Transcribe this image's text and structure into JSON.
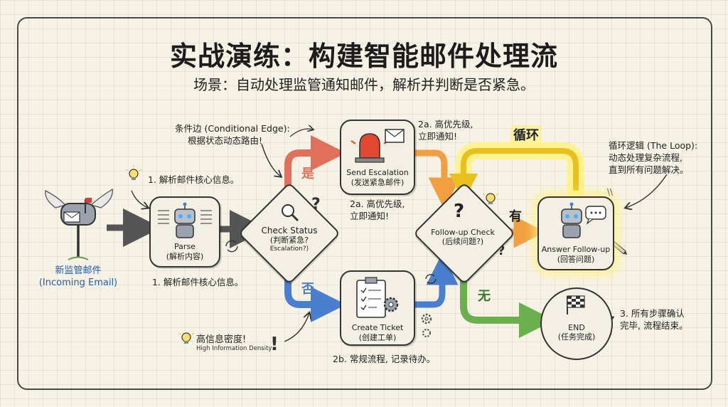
{
  "title": "实战演练：构建智能邮件处理流",
  "subtitle": "场景：自动处理监管通知邮件，解析并判断是否紧急。",
  "nodes": {
    "incoming": {
      "name": "新监管邮件",
      "name_en": "(Incoming Email)"
    },
    "parse": {
      "name": "Parse",
      "name_cn": "(解析内容)"
    },
    "check": {
      "name": "Check Status",
      "name_cn": "(判断紧急?",
      "name_sub": "Escalation?)"
    },
    "escalation": {
      "name": "Send Escalation",
      "name_cn": "(发送紧急邮件)"
    },
    "ticket": {
      "name": "Create Ticket",
      "name_cn": "(创建工单)"
    },
    "followup": {
      "name": "Follow-up Check",
      "name_cn": "(后续问题?)"
    },
    "answer": {
      "name": "Answer Follow-up",
      "name_cn": "(回答问题)"
    },
    "end": {
      "name": "END",
      "name_cn": "(任务完成)"
    }
  },
  "edges": {
    "yes": "是",
    "no": "否",
    "has": "有",
    "none": "无",
    "loop": "循环"
  },
  "notes": {
    "conditional_l1": "条件边 (Conditional Edge):",
    "conditional_l2": "根据状态动态路由!",
    "parse_top": "1. 解析邮件核心信息。",
    "parse_bottom": "1. 解析邮件核心信息。",
    "esc_top_l1": "2a. 高优先级,",
    "esc_top_l2": "立即通知!",
    "esc_bottom_l1": "2a. 高优先级,",
    "esc_bottom_l2": "立即通知!",
    "density": "高信息密度!",
    "density_en": "High Information Density",
    "ticket_note": "2b. 常规流程, 记录待办。",
    "loop_l1": "循环逻辑 (The Loop):",
    "loop_l2": "动态处理复杂流程,",
    "loop_l3": "直到所有问题解决。",
    "end_l1": "3. 所有步骤确认",
    "end_l2": "完毕, 流程结束。"
  },
  "colors": {
    "yes_arrow": "#e0705a",
    "no_arrow": "#4a7fd0",
    "to_followup": "#f0a040",
    "to_end": "#6ab04c",
    "loop_arrow": "#f2d23a",
    "loop_glow": "#fff27a",
    "incoming_text": "#1f5fb0",
    "main_arrow": "#555555"
  }
}
